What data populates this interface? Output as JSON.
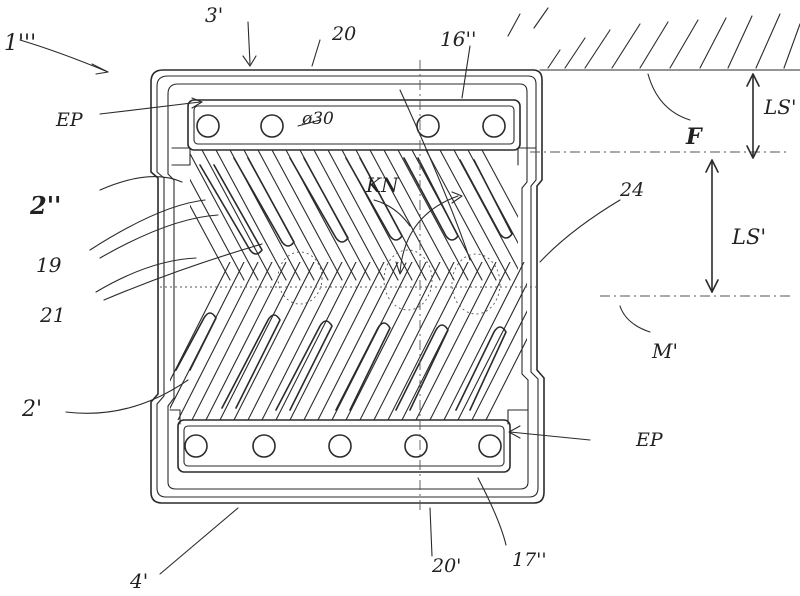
{
  "labels": {
    "fig_ref": "1'''",
    "top_edge": "3'",
    "top_seal": "20",
    "top_manifold": "16''",
    "ep_top": "EP",
    "port_dia": "ø30",
    "upper_field": "2''",
    "channels": "19",
    "ribs": "21",
    "kn": "KN",
    "ref_24": "24",
    "f": "F",
    "ls_top": "LS'",
    "ls_mid": "LS'",
    "m": "M'",
    "lower_field": "2'",
    "ep_bottom": "EP",
    "bottom_edge": "4'",
    "bottom_seal": "20'",
    "bottom_manifold": "17''"
  },
  "colors": {
    "ink": "#2b2b2b",
    "paper": "#ffffff"
  }
}
